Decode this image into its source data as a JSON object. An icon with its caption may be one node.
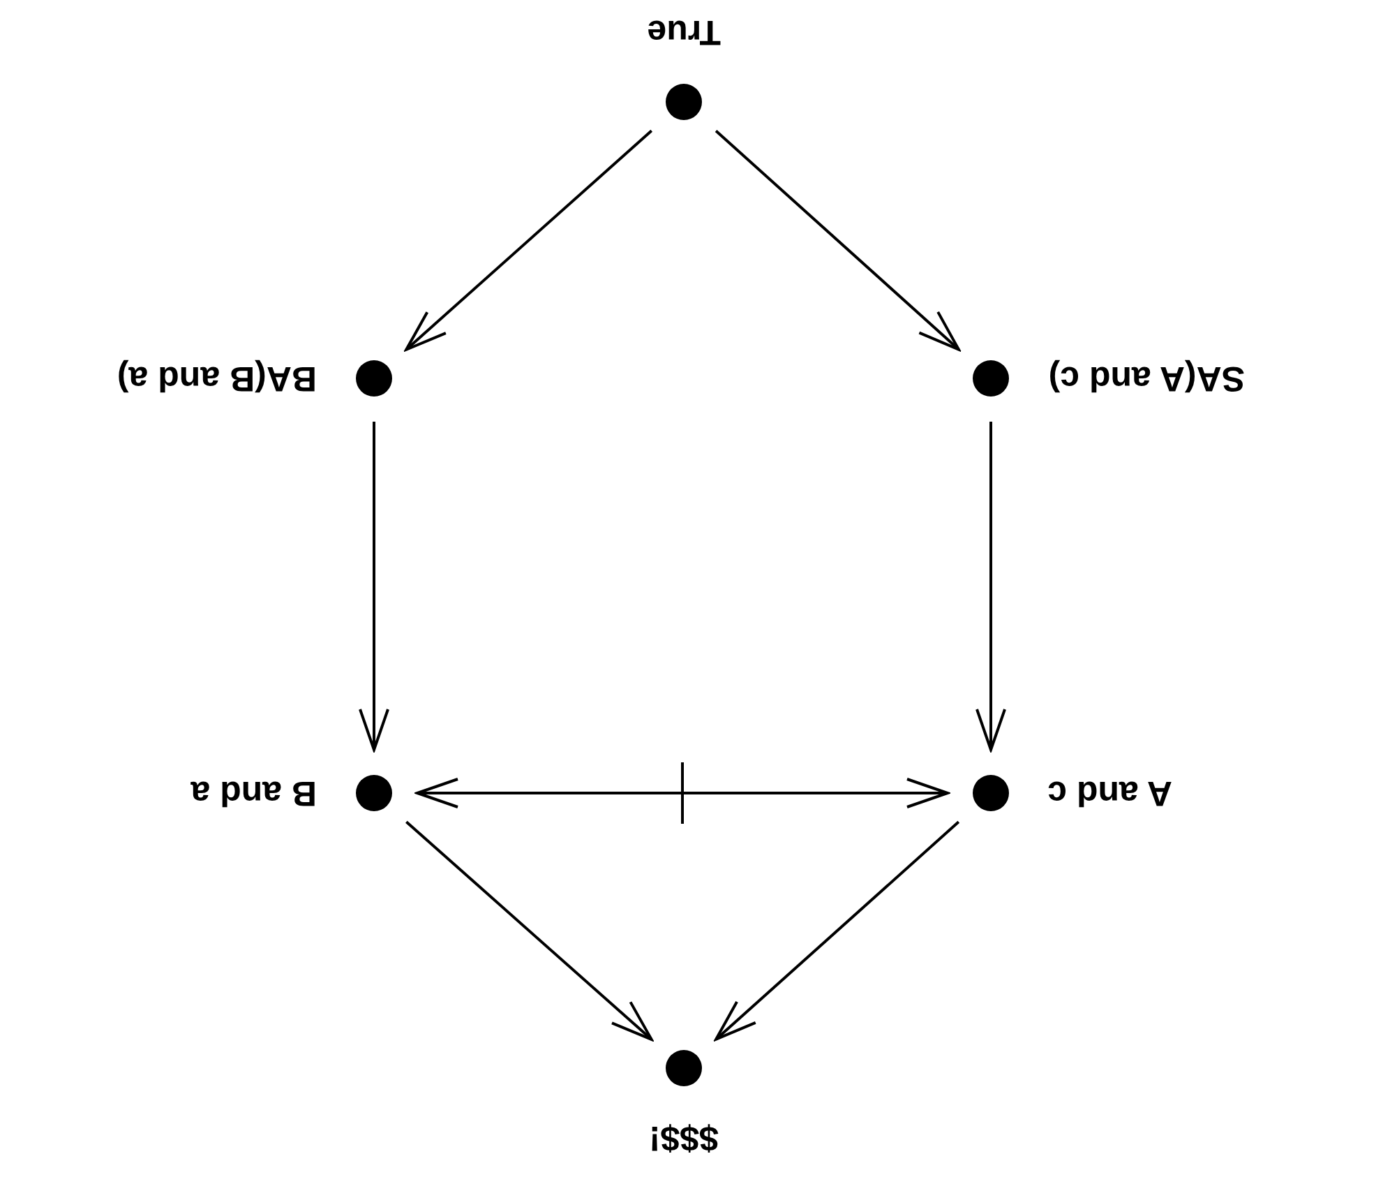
{
  "diagram": {
    "nodes": [
      {
        "text": [],
        "shape": "circle",
        "beside": [
          "$$$!"
        ]
      },
      {
        "text": [],
        "shape": "circle",
        "beside": [
          "A and c"
        ]
      },
      {
        "text": [],
        "shape": "circle",
        "beside": [
          "B and a"
        ]
      },
      {
        "text": [],
        "shape": "circle",
        "beside": [
          "SA(A and c)"
        ]
      },
      {
        "text": [],
        "shape": "circle",
        "beside": [
          "BA(B and a)"
        ]
      },
      {
        "text": [],
        "shape": "circle",
        "beside": [
          "True"
        ]
      }
    ],
    "edges": [
      {
        "from": 5,
        "to": 3,
        "arrow": "to"
      },
      {
        "from": 5,
        "to": 4,
        "arrow": "to"
      },
      {
        "from": 3,
        "to": 1,
        "arrow": "to"
      },
      {
        "from": 4,
        "to": 2,
        "arrow": "to"
      },
      {
        "from": 1,
        "to": 2,
        "arrow": "both"
      },
      {
        "from": 1,
        "to": 0,
        "arrow": "to"
      },
      {
        "from": 2,
        "to": 0,
        "arrow": "to"
      }
    ]
  }
}
